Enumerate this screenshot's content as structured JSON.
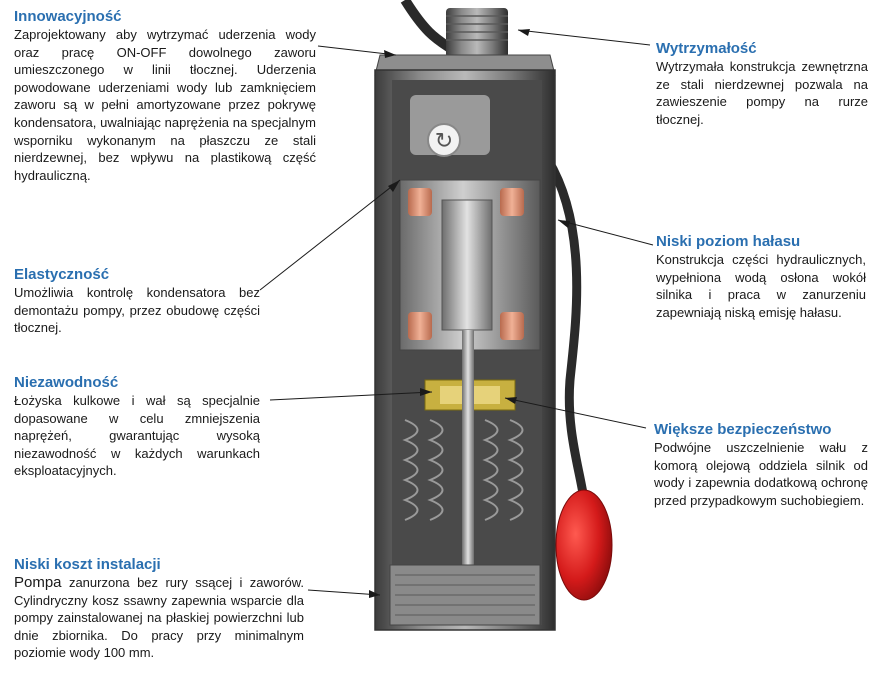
{
  "callouts": {
    "innowacyjnosc": {
      "title": "Innowacyjność",
      "text": "Zaprojektowany aby wytrzymać uderzenia wody oraz pracę ON-OFF dowolnego zaworu umieszczonego w linii tłocznej. Uderzenia powodowane uderzeniami wody lub zamknięciem zaworu są w pełni amortyzowane przez pokrywę kondensatora, uwalniając naprężenia na specjalnym wsporniku wykonanym na płaszczu ze stali nierdzewnej, bez wpływu na plastikową część hydrauliczną."
    },
    "elastycznosc": {
      "title": "Elastyczność",
      "text": "Umożliwia kontrolę kondensatora bez demontażu pompy, przez obudowę części tłocznej."
    },
    "niezawodnosc": {
      "title": "Niezawodność",
      "text": "Łożyska kulkowe i wał są specjalnie dopasowane w celu zmniejszenia naprężeń, gwarantując wysoką niezawodność w każdych warunkach eksploatacyjnych."
    },
    "niski_koszt": {
      "title": "Niski koszt instalacji",
      "lead": "Pompa",
      "text": "zanurzona bez rury ssącej i zaworów. Cylindryczny kosz ssawny zapewnia wsparcie dla pompy zainstalowanej na płaskiej powierzchni lub dnie zbiornika. Do pracy przy minimalnym poziomie wody 100 mm."
    },
    "wytrzymalosc": {
      "title": "Wytrzymałość",
      "text": "Wytrzymała konstrukcja zewnętrzna ze stali nierdzewnej pozwala na zawieszenie pompy na rurze tłocznej."
    },
    "niski_poziom": {
      "title": "Niski poziom hałasu",
      "text": "Konstrukcja części hydraulicznych, wypełniona wodą osłona wokół silnika i praca w zanurzeniu zapewniają niską emisję hałasu."
    },
    "bezpieczenstwo": {
      "title": "Większe bezpieczeństwo",
      "text": "Podwójne uszczelnienie wału z komorą olejową oddziela silnik od wody i zapewnia dodatkową ochronę przed przypadkowym suchobiegiem."
    }
  },
  "colors": {
    "title": "#2a6fb0",
    "text": "#1a1a1a",
    "housing": "#5e5e5e",
    "coil": "#d9906e",
    "bearing": "#c8b040",
    "float": "#d42020"
  }
}
